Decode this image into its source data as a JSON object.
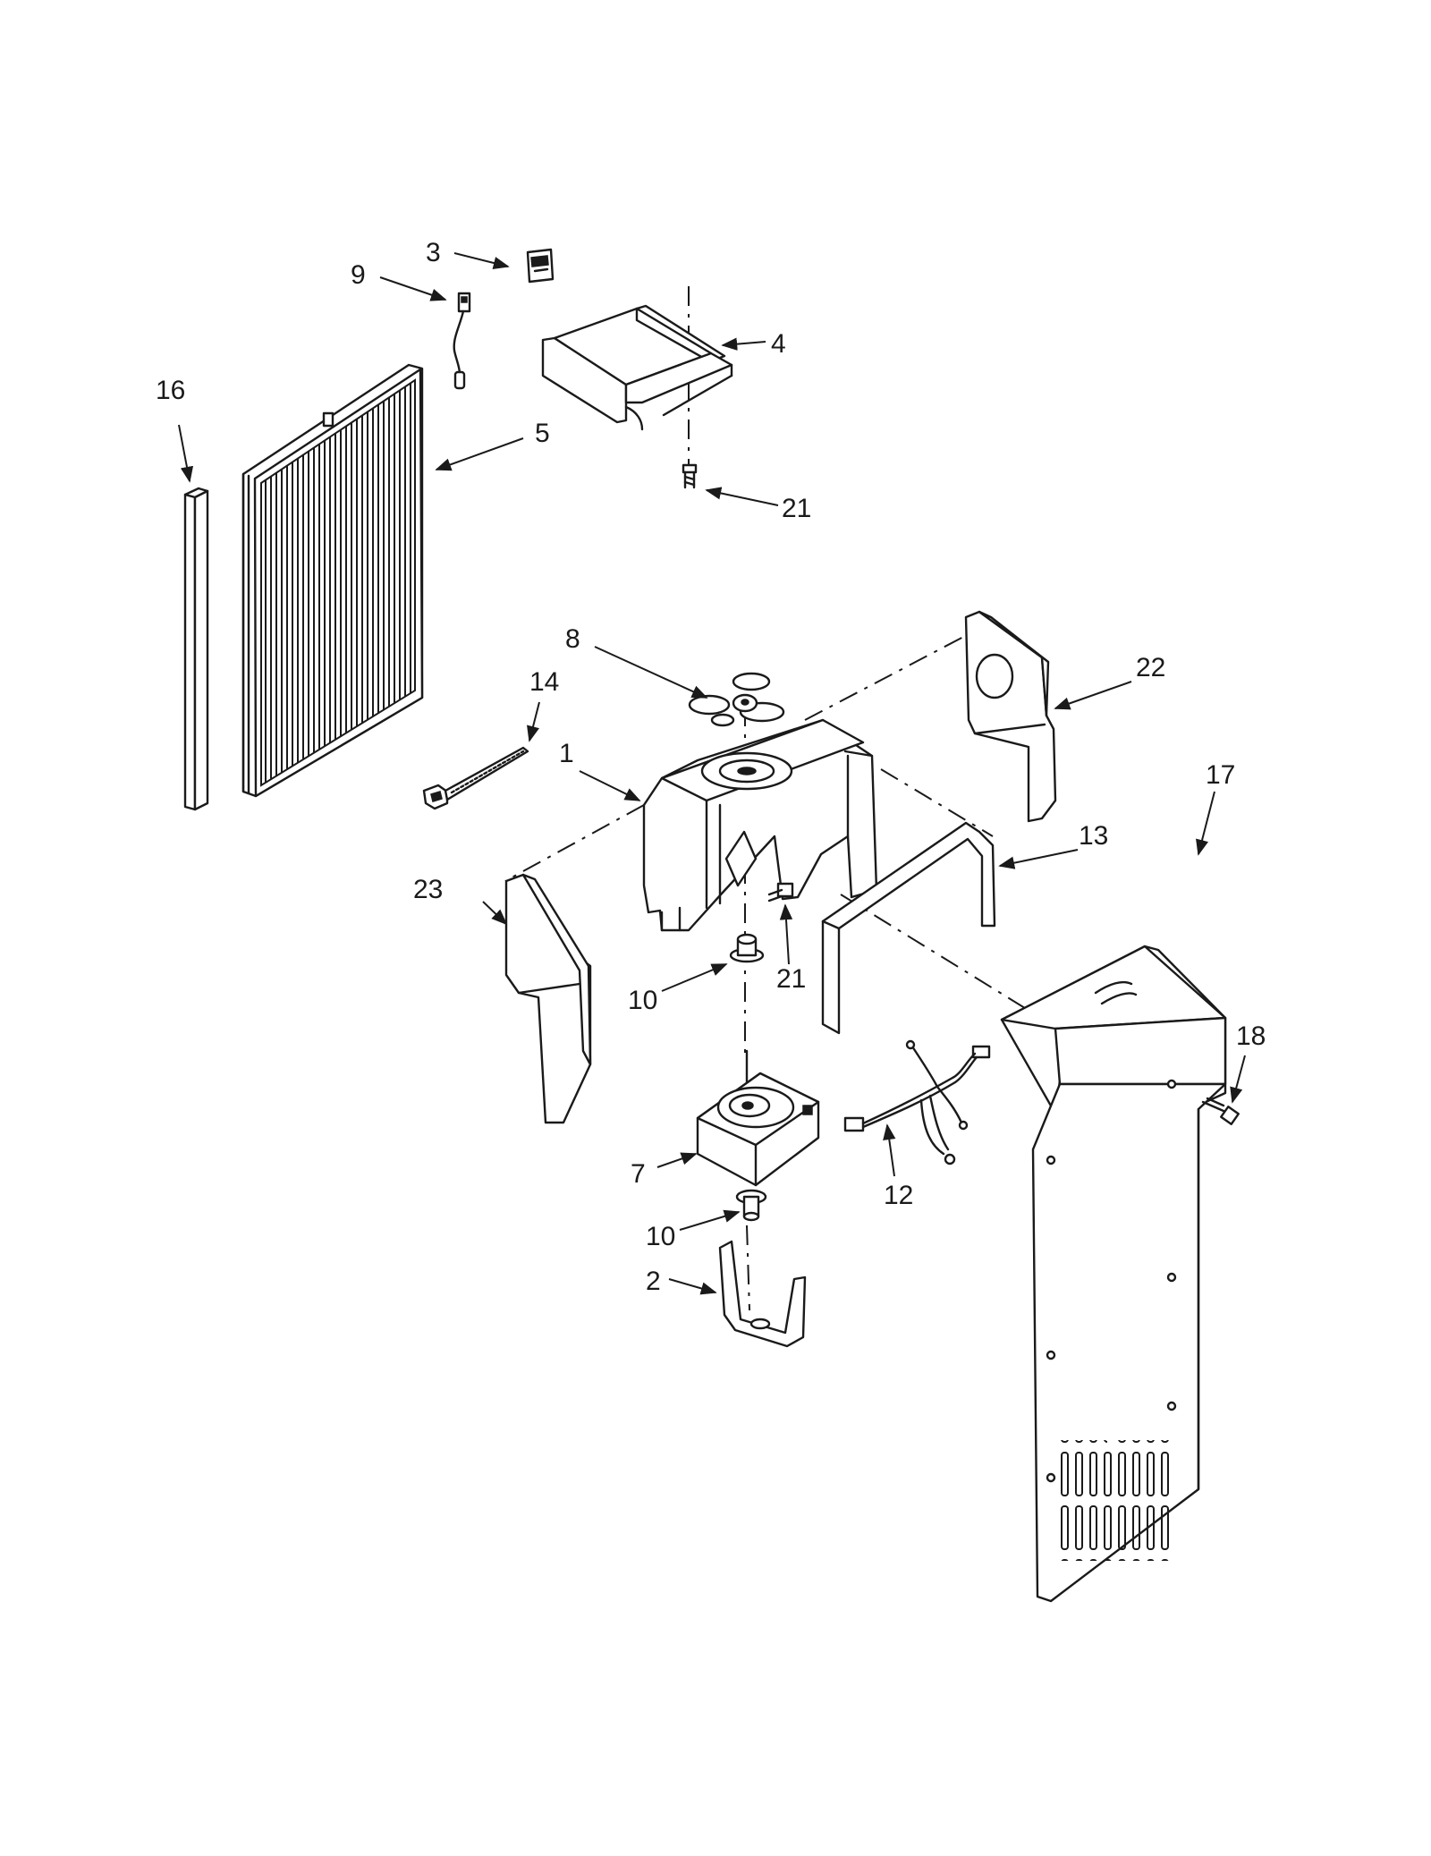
{
  "diagram": {
    "part_labels": {
      "p1": "1",
      "p2": "2",
      "p3": "3",
      "p4": "4",
      "p5": "5",
      "p7": "7",
      "p8": "8",
      "p9": "9",
      "p10a": "10",
      "p10b": "10",
      "p12": "12",
      "p13": "13",
      "p14": "14",
      "p16": "16",
      "p17": "17",
      "p18": "18",
      "p21a": "21",
      "p21b": "21",
      "p22": "22",
      "p23": "23"
    }
  }
}
